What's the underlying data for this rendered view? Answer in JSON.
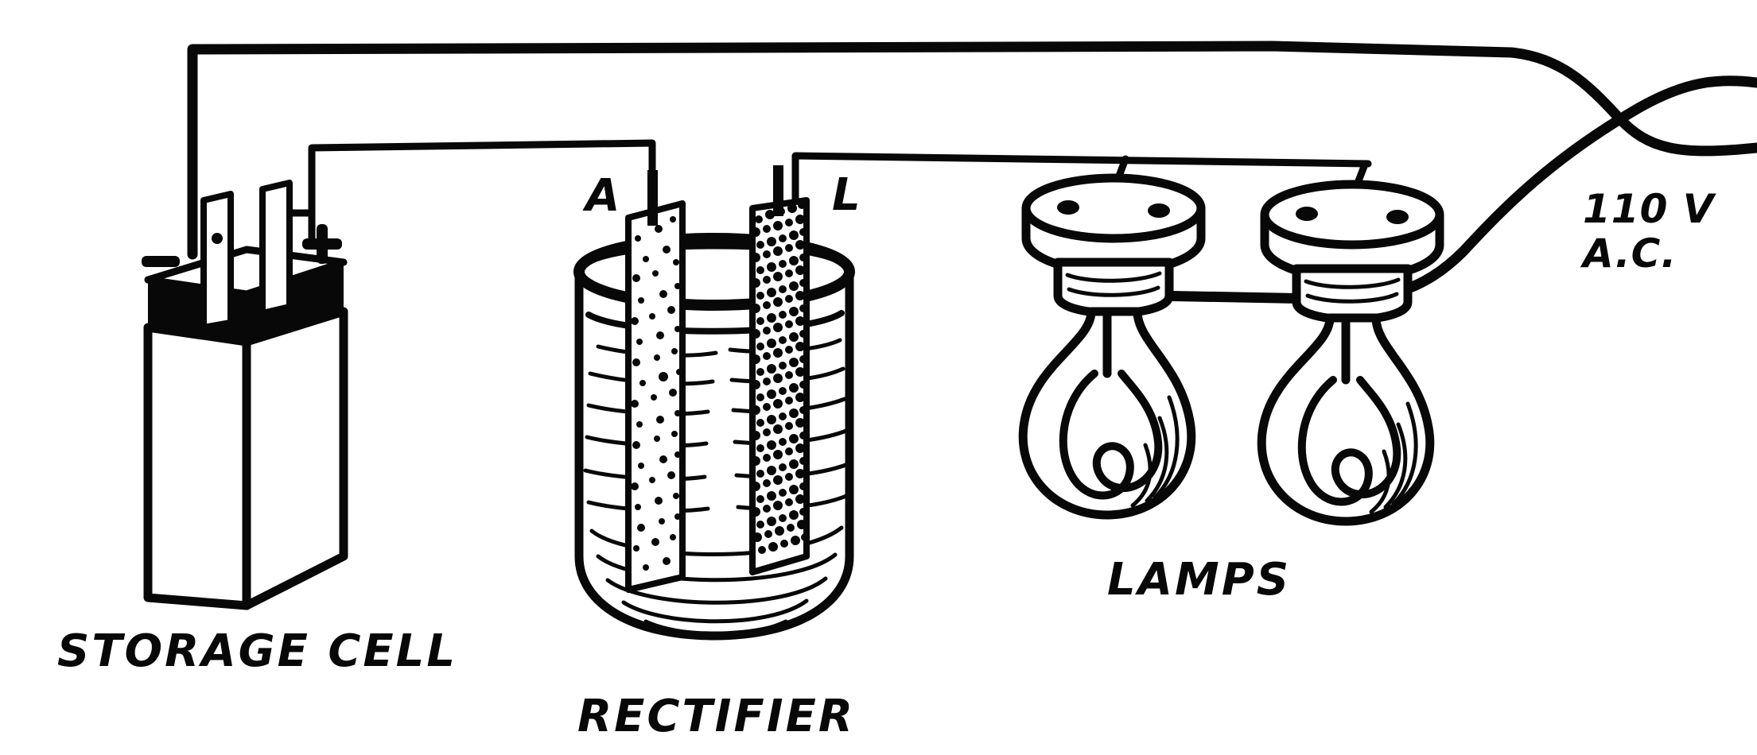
{
  "figure": {
    "kind": "electrical-circuit-diagram",
    "title_visible": false,
    "background_color": "#ffffff",
    "ink_color": "#080808"
  },
  "captions": {
    "storage_cell": "STORAGE CELL",
    "rectifier": "RECTIFIER",
    "lamps": "LAMPS"
  },
  "labels": {
    "aluminum_plate": "A",
    "lead_plate": "L",
    "negative_terminal": "–",
    "positive_terminal": "+"
  },
  "supply": {
    "voltage_line": "110 V",
    "current_type_line": "A.C."
  },
  "components": [
    {
      "name": "storage-cell",
      "caption": "STORAGE CELL",
      "terminals": [
        "–",
        "+"
      ],
      "shading": "hatched-top-band"
    },
    {
      "name": "rectifier",
      "caption": "RECTIFIER",
      "electrodes": [
        {
          "label": "A",
          "stipple": "sparse"
        },
        {
          "label": "L",
          "stipple": "dense"
        }
      ],
      "vessel": "glass-jar-with-electrolyte"
    },
    {
      "name": "lamps",
      "caption": "LAMPS",
      "count": 2,
      "style": "pendant-socket-pear-bulb-loop-filament"
    },
    {
      "name": "supply-leads",
      "caption": "110 V A.C.",
      "lead_count": 2
    }
  ]
}
